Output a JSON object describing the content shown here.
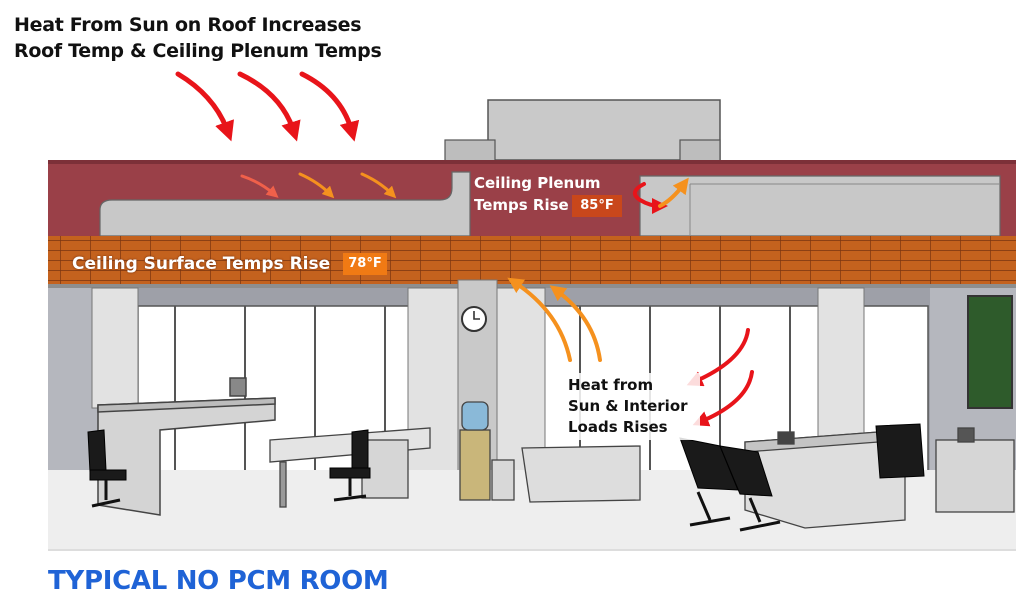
{
  "diagram": {
    "headline": {
      "line1": "Heat From Sun on Roof Increases",
      "line2": "Roof Temp & Ceiling Plenum Temps"
    },
    "plenum": {
      "line1": "Ceiling Plenum",
      "line2": "Temps Rise",
      "temp": "85°F",
      "temp_color": "#c9471b",
      "fill_color": "#9a4048"
    },
    "ceiling_surface": {
      "label": "Ceiling Surface Temps Rise",
      "temp": "78°F",
      "temp_color": "#f07a14",
      "fill_color": "#c4621e"
    },
    "interior": {
      "line1": "Heat from",
      "line2": "Sun & Interior",
      "line3": "Loads Rises"
    },
    "footer_title": "TYPICAL NO PCM ROOM",
    "colors": {
      "arrow_red": "#e8141a",
      "arrow_orange": "#f5911e",
      "title_blue": "#1f63d6"
    }
  }
}
